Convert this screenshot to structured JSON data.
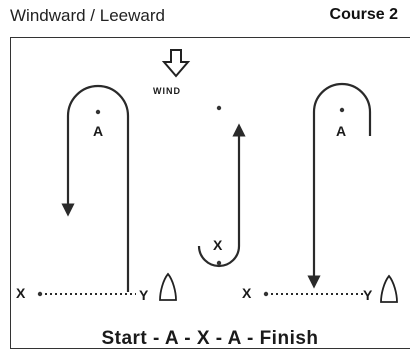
{
  "header": {
    "course_type": "Windward / Leeward",
    "course_number": "Course 2"
  },
  "diagram": {
    "wind_label": "WIND",
    "mark_a_left": "A",
    "mark_a_right": "A",
    "mark_x_middle": "X",
    "start_x_left": "X",
    "start_y_left": "Y",
    "start_x_right": "X",
    "start_y_right": "Y",
    "wind_arrow_icon": "down-arrow-outline-icon",
    "boat_icon": "committee-boat-icon"
  },
  "caption": "Start - A - X - A - Finish"
}
